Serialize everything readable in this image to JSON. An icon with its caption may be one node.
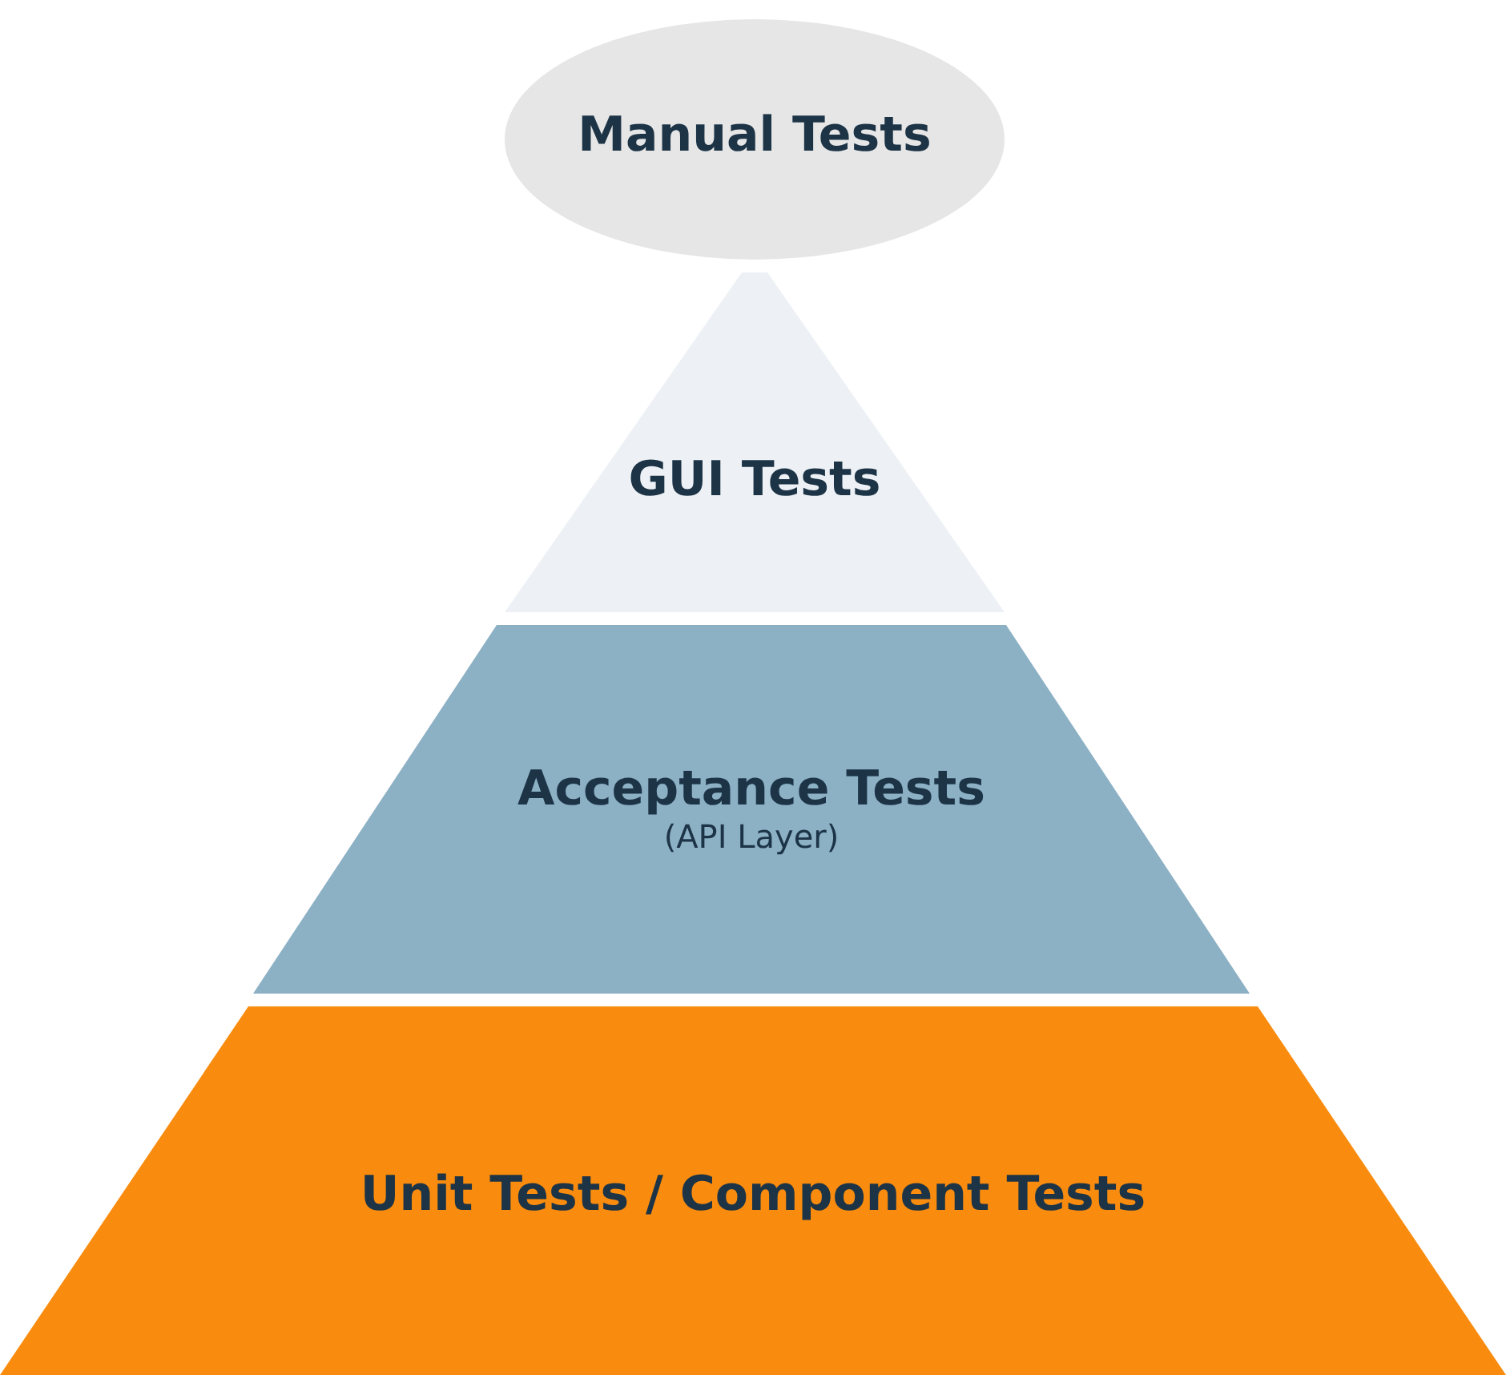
{
  "diagram": {
    "nodes": [
      {
        "text": [
          "Manual Tests"
        ]
      },
      {
        "text": [
          "GUI Tests"
        ]
      },
      {
        "text": [
          "Acceptance Tests",
          "(API Layer)"
        ]
      },
      {
        "text": [
          "Unit Tests / Component Tests"
        ]
      }
    ]
  }
}
